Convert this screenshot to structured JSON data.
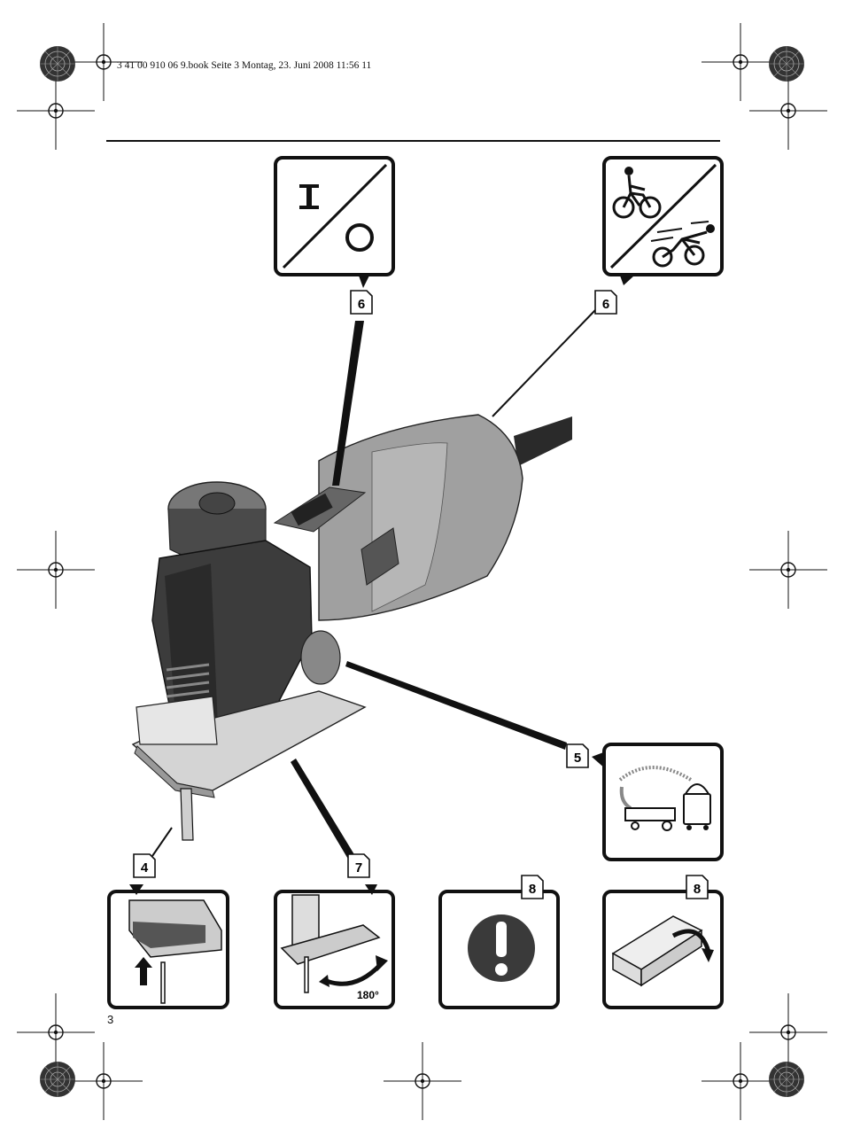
{
  "header": {
    "print_info": "3 41 00 910 06 9.book  Seite 3  Montag, 23. Juni 2008  11:56 11"
  },
  "page": {
    "number": "3"
  },
  "callouts": {
    "switch_label": "6",
    "speed_label": "6",
    "dust_label": "5",
    "blade_label": "4",
    "pendulum_label": "7",
    "warning_label": "8",
    "case_label": "8"
  },
  "pendulum": {
    "rotation": "180°"
  },
  "icons": {
    "switch": "on-off-switch-icon",
    "speed": "bicycle-speed-icon",
    "dust": "vacuum-extraction-icon",
    "blade": "blade-insert-icon",
    "pendulum": "rotate-shoe-icon",
    "warning": "exclamation-warning-icon",
    "case": "storage-case-icon"
  },
  "colors": {
    "ink": "#111111",
    "body_gray": "#9a9a9a",
    "dark_gray": "#3a3a3a"
  }
}
